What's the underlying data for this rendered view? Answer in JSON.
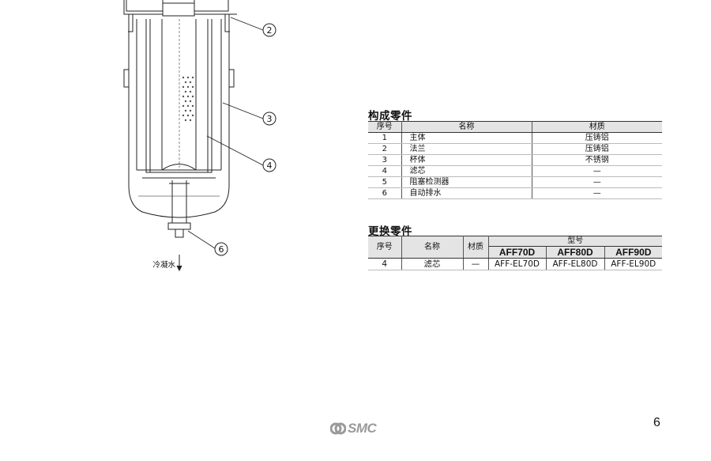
{
  "drawing": {
    "callouts": [
      "2",
      "3",
      "4",
      "6"
    ],
    "drain_label": "冷凝水"
  },
  "components": {
    "title": "构成零件",
    "headers": [
      "序号",
      "名称",
      "材质"
    ],
    "rows": [
      {
        "no": "1",
        "name": "主体",
        "material": "压铸铝"
      },
      {
        "no": "2",
        "name": "法兰",
        "material": "压铸铝"
      },
      {
        "no": "3",
        "name": "杯体",
        "material": "不锈钢"
      },
      {
        "no": "4",
        "name": "滤芯",
        "material": "—"
      },
      {
        "no": "5",
        "name": "阻塞检测器",
        "material": "—"
      },
      {
        "no": "6",
        "name": "自动排水",
        "material": "—"
      }
    ]
  },
  "replacement": {
    "title": "更换零件",
    "headers": {
      "no": "序号",
      "name": "名称",
      "material": "材质",
      "model": "型号"
    },
    "models": [
      "AFF70D",
      "AFF80D",
      "AFF90D"
    ],
    "rows": [
      {
        "no": "4",
        "name": "滤芯",
        "material": "—",
        "parts": [
          "AFF-EL70D",
          "AFF-EL80D",
          "AFF-EL90D"
        ]
      }
    ]
  },
  "footer": {
    "logo": "SMC",
    "page_number": "6"
  }
}
